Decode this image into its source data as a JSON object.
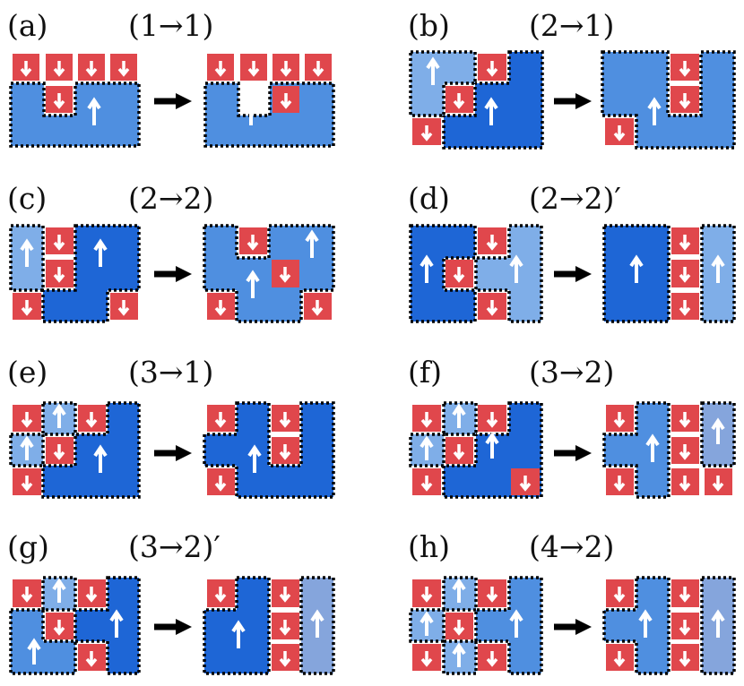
{
  "colors": {
    "red": "#e0474c",
    "blue_dark": "#1e66d6",
    "blue_mid": "#4f8fe0",
    "blue_light": "#7faee8",
    "blue_pale": "#85a5dc",
    "outline": "#000000",
    "arrow": "#ffffff"
  },
  "panels": [
    {
      "label": "(a)",
      "transition": "(1→1)"
    },
    {
      "label": "(b)",
      "transition": "(2→1)"
    },
    {
      "label": "(c)",
      "transition": "(2→2)"
    },
    {
      "label": "(d)",
      "transition": "(2→2)′"
    },
    {
      "label": "(e)",
      "transition": "(3→1)"
    },
    {
      "label": "(f)",
      "transition": "(3→2)"
    },
    {
      "label": "(g)",
      "transition": "(3→2)′"
    },
    {
      "label": "(h)",
      "transition": "(4→2)"
    }
  ]
}
